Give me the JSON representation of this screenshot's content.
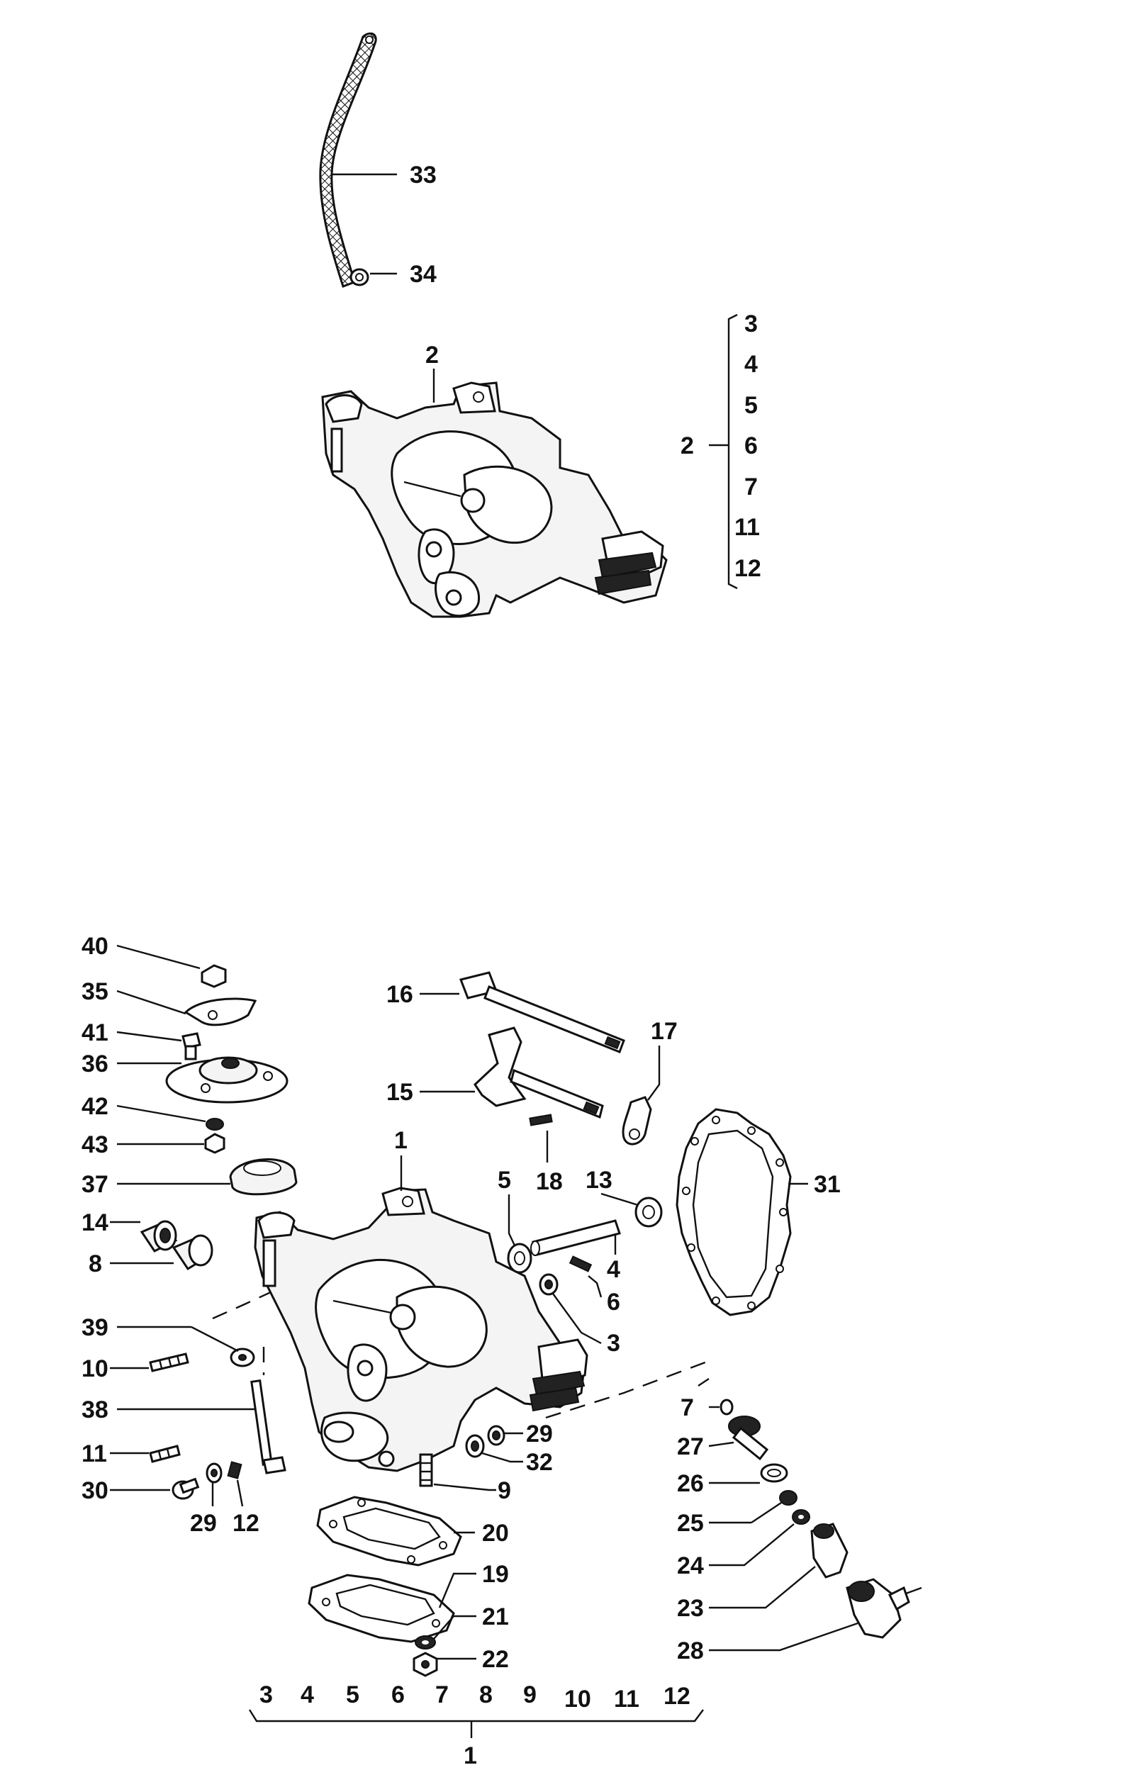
{
  "strap_labels": {
    "strap": "33",
    "washer": "34"
  },
  "top_assembly": {
    "label": "2",
    "bracket_from": "2",
    "bracket_items": [
      "3",
      "4",
      "5",
      "6",
      "7",
      "11",
      "12"
    ]
  },
  "exploded": {
    "left": [
      "40",
      "35",
      "41",
      "36",
      "42",
      "43",
      "37",
      "14",
      "8",
      "39",
      "10",
      "38",
      "11",
      "30"
    ],
    "housing": "1",
    "bottom_left": {
      "washer": "29",
      "stud": "12"
    },
    "forks": {
      "rod": "16",
      "fork": "15",
      "pin": "18",
      "lever": "17"
    },
    "gasket": "31",
    "shaft": {
      "seal_left": "5",
      "seal_right": "13",
      "shaft": "4",
      "pin": "6",
      "bush": "3"
    },
    "center": {
      "nut": "29",
      "sleeve": "32",
      "stud": "9"
    },
    "plates": {
      "upper": "20",
      "lower": "19",
      "washer": "21",
      "nut": "22"
    },
    "right_column": [
      "7",
      "27",
      "26",
      "25",
      "24",
      "23",
      "28"
    ]
  },
  "bottom_bracket": {
    "items": [
      "3",
      "4",
      "5",
      "6",
      "7",
      "8",
      "9",
      "10",
      "11",
      "12"
    ],
    "total": "1"
  }
}
